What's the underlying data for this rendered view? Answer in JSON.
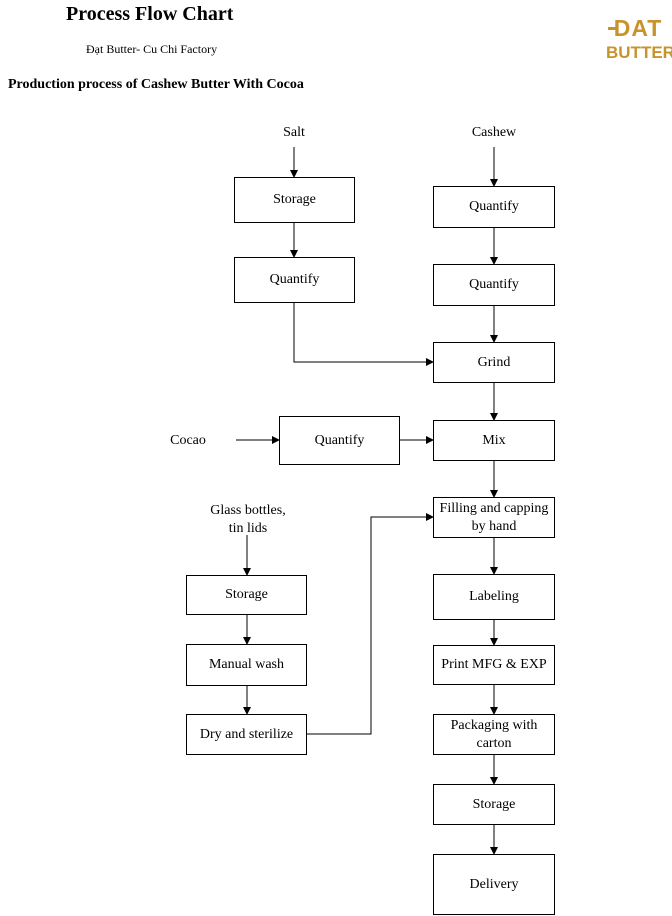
{
  "header": {
    "title": "Process Flow Chart",
    "subtitle": "Đạt Butter- Cu Chi Factory",
    "heading": "Production process of  Cashew Butter With Cocoa"
  },
  "logo": {
    "line1": "DAT",
    "line2": "BUTTER",
    "color": "#c8932b"
  },
  "inputs": {
    "salt": "Salt",
    "cashew": "Cashew",
    "cocoa": "Cocao",
    "glass_line1": "Glass bottles,",
    "glass_line2": "tin lids"
  },
  "steps": {
    "salt_storage": "Storage",
    "salt_quantify": "Quantify",
    "cashew_quantify_1": "Quantify",
    "cashew_quantify_2": "Quantify",
    "grind": "Grind",
    "cocoa_quantify": "Quantify",
    "mix": "Mix",
    "filling_line1": "Filling and capping",
    "filling_line2": "by hand",
    "labeling": "Labeling",
    "print": "Print MFG & EXP",
    "packaging_line1": "Packaging with",
    "packaging_line2": "carton",
    "final_storage": "Storage",
    "delivery": "Delivery",
    "bottle_storage": "Storage",
    "manual_wash": "Manual wash",
    "dry_sterilize": "Dry and sterilize"
  }
}
